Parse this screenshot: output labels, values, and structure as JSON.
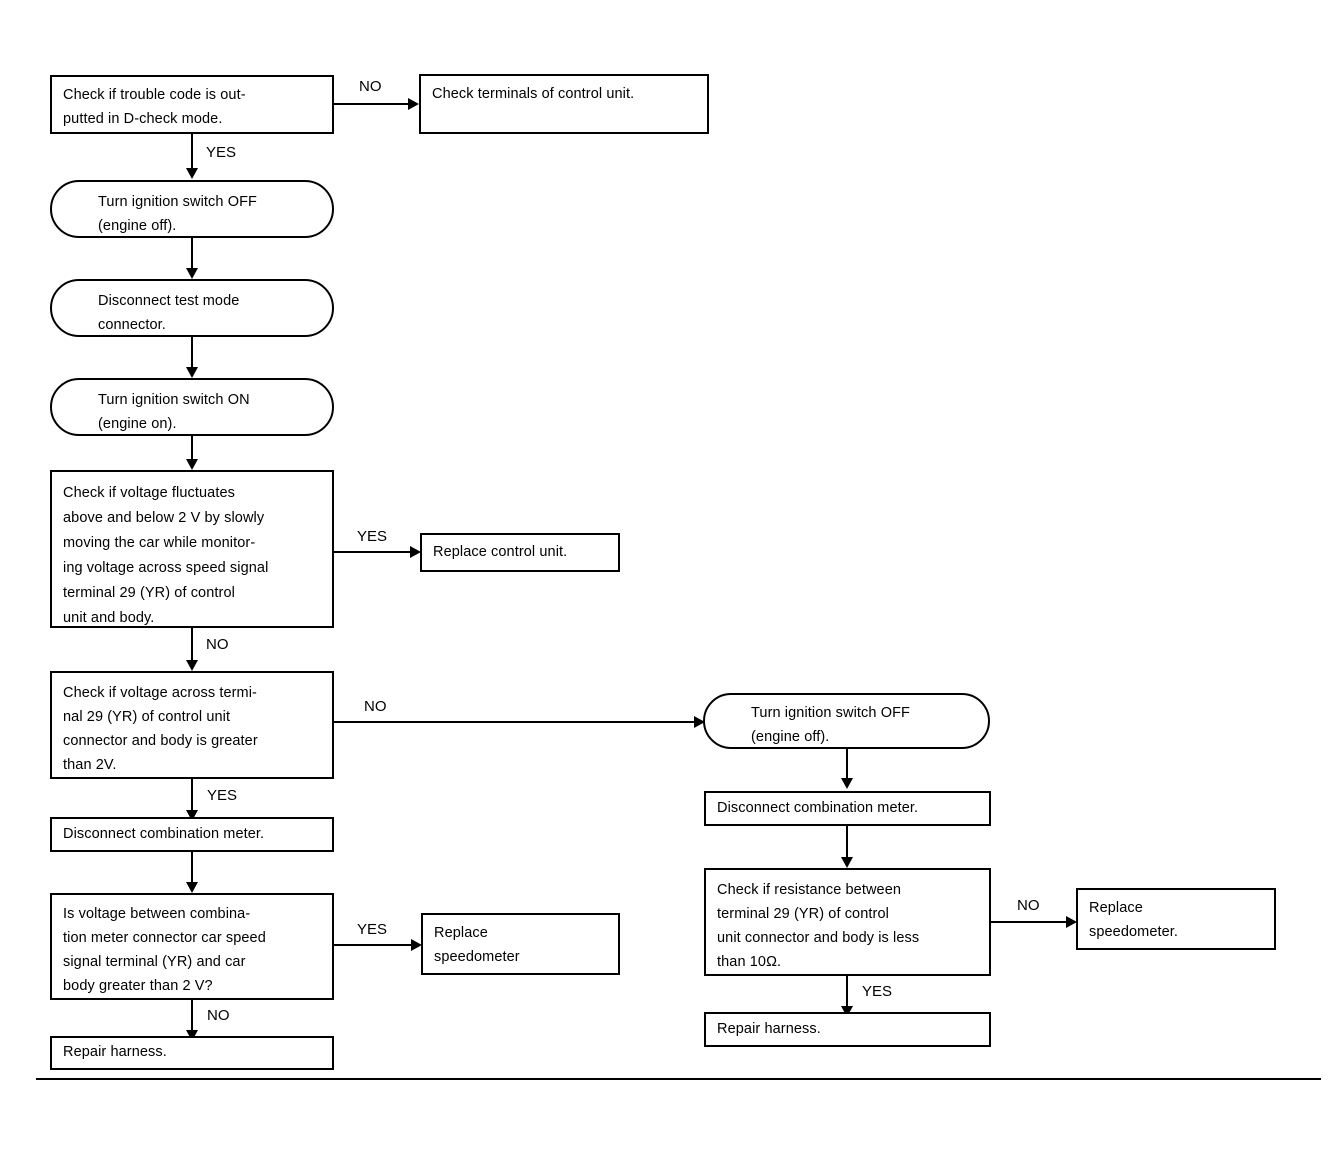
{
  "document": {
    "title": "Speed Signal Circuit Diagnostic Flowchart",
    "type": "troubleshooting-flowchart"
  },
  "nodes": {
    "n1_check_trouble_code": "Check if trouble code is out-\nputted in D-check mode.",
    "n2_check_terminals": "Check terminals of control unit.",
    "n3_ignition_off": "Turn ignition switch OFF\n(engine off).",
    "n4_disconnect_test_mode": "Disconnect test mode\nconnector.",
    "n5_ignition_on": "Turn ignition switch ON\n(engine on).",
    "n6_check_fluctuates": "Check if voltage fluctuates\nabove and below 2 V by slowly\nmoving the car while monitor-\ning voltage across speed signal\nterminal 29 (YR) of control\nunit and body.",
    "n7_replace_control_unit": "Replace control unit.",
    "n8_check_voltage_across": "Check if voltage across termi-\nnal 29 (YR) of control unit\nconnector and body is greater\nthan 2V.",
    "n9_disconnect_meter_left": "Disconnect combination meter.",
    "n10_is_voltage_between": "Is voltage between combina-\ntion meter connector car speed\nsignal terminal (YR) and car\nbody greater than 2 V?",
    "n11_replace_speedometer_left": "Replace\nspeedometer",
    "n12_repair_harness_left": "Repair harness.",
    "n13_ignition_off_right": "Turn ignition switch OFF\n(engine off).",
    "n14_disconnect_meter_right": "Disconnect combination meter.",
    "n15_check_resistance": "Check if resistance between\nterminal 29 (YR) of control\nunit connector and body is less\nthan 10Ω.",
    "n16_replace_speedometer_right": "Replace\nspeedometer.",
    "n17_repair_harness_right": "Repair harness."
  },
  "edge_labels": {
    "e1_no": "NO",
    "e2_yes": "YES",
    "e6_yes": "YES",
    "e6_no": "NO",
    "e8_no": "NO",
    "e8_yes": "YES",
    "e10_yes": "YES",
    "e10_no": "NO",
    "e15_no": "NO",
    "e15_yes": "YES"
  },
  "colors": {
    "ink": "#000000",
    "paper": "#ffffff"
  }
}
